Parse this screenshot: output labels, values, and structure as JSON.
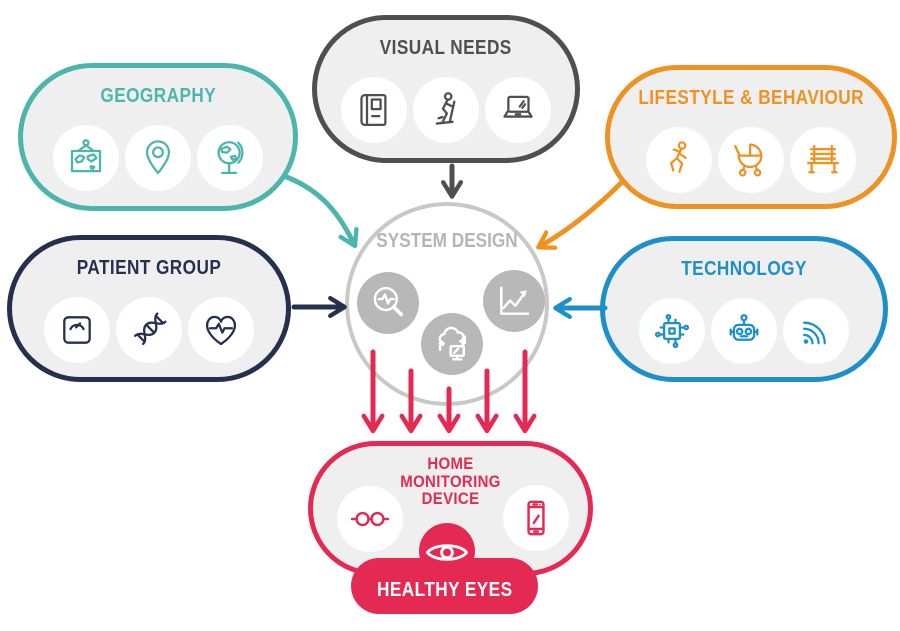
{
  "background": "#ffffff",
  "panel_fill": "#efeff0",
  "categories": [
    {
      "id": "geography",
      "title": "GEOGRAPHY",
      "color": "#4CB6AC",
      "icons": [
        "framed-world-map",
        "location-pin",
        "desk-globe"
      ]
    },
    {
      "id": "visual-needs",
      "title": "VISUAL NEEDS",
      "color": "#4F4F4F",
      "icons": [
        "book",
        "exercise-machine-person",
        "laptop"
      ]
    },
    {
      "id": "lifestyle-behaviour",
      "title": "LIFESTYLE & BEHAVIOUR",
      "color": "#EE9221",
      "icons": [
        "running-person",
        "baby-pram",
        "park-bench"
      ]
    },
    {
      "id": "patient-group",
      "title": "PATIENT GROUP",
      "color": "#25304D",
      "icons": [
        "weight-scale",
        "dna-helix",
        "heart-pulse"
      ]
    },
    {
      "id": "technology",
      "title": "TECHNOLOGY",
      "color": "#1D8FC9",
      "icons": [
        "processor-chip",
        "robot",
        "wireless-signal"
      ]
    }
  ],
  "center": {
    "title": "SYSTEM DESIGN",
    "ring_color": "#C8C8C8",
    "text_color": "#B5B5B5",
    "icon_circle_color": "#B8B8B8",
    "icons": [
      "analytics-magnifier",
      "cloud-device-sync",
      "growth-chart"
    ]
  },
  "output": {
    "title_line1": "HOME",
    "title_line2": "MONITORING",
    "title_line3": "DEVICE",
    "badge_label": "HEALTHY EYES",
    "color": "#E42A52",
    "icons": [
      "spectacles",
      "smartphone",
      "eye"
    ]
  }
}
